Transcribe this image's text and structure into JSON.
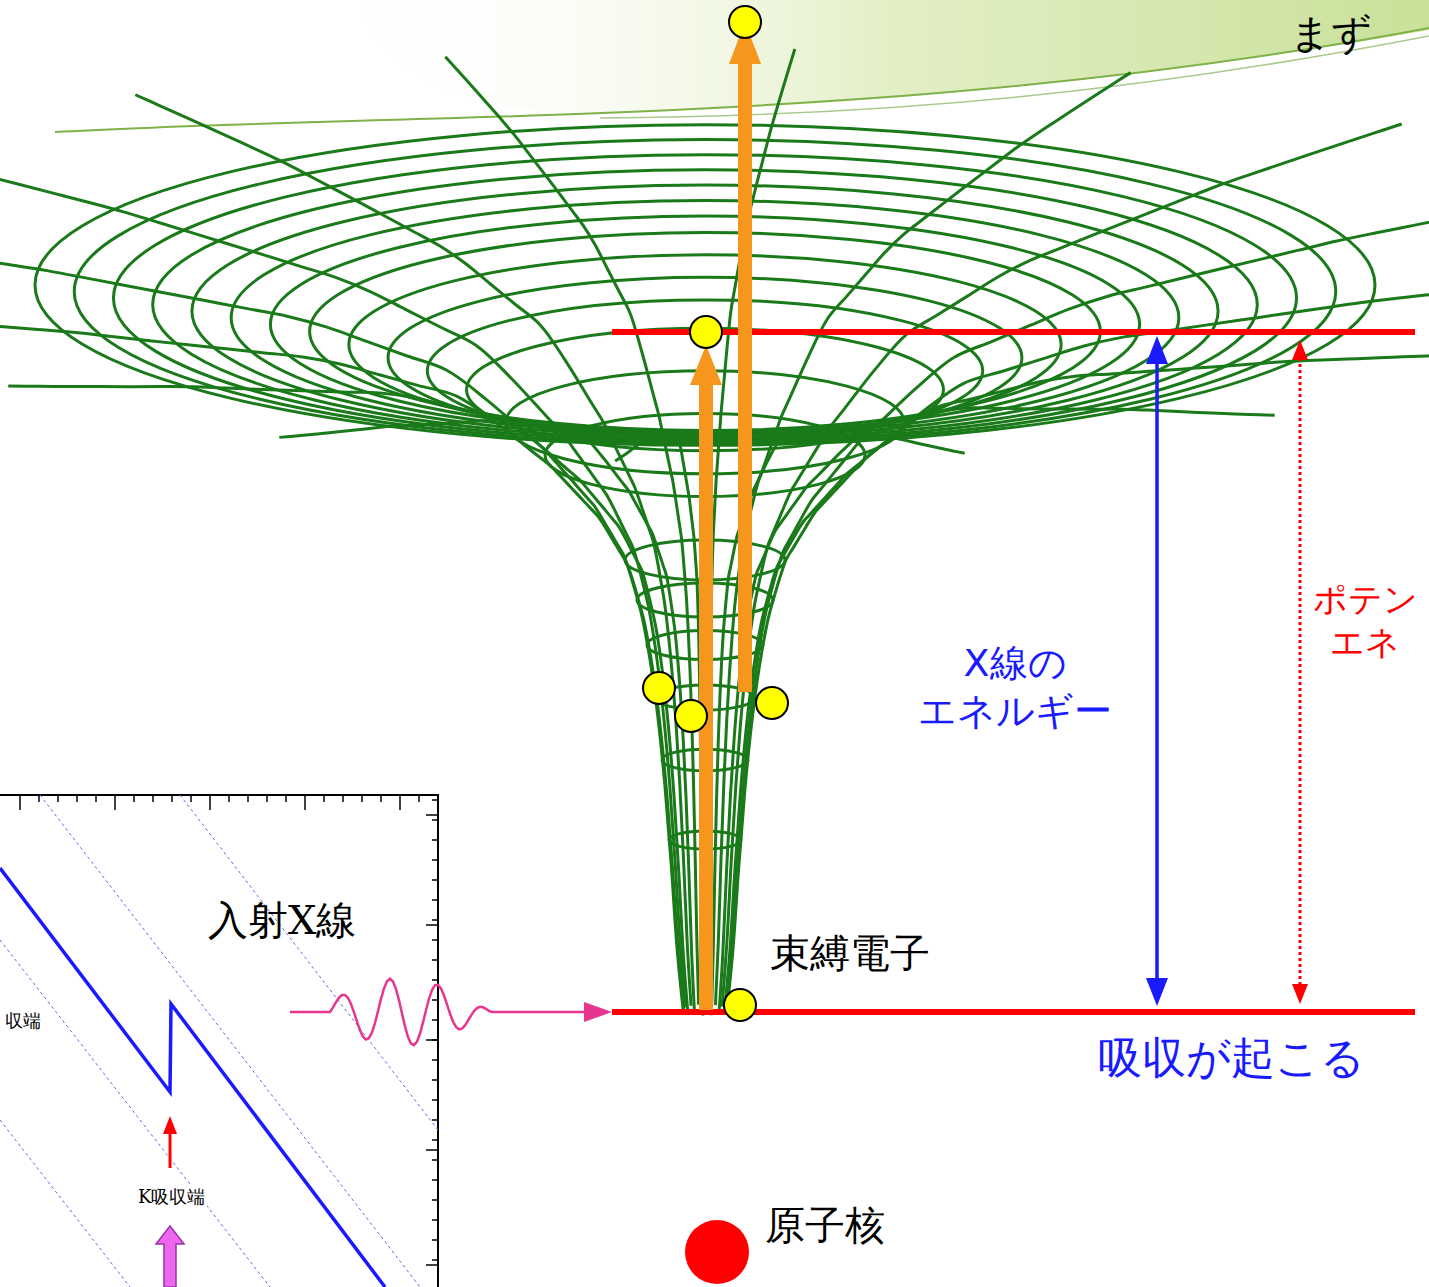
{
  "diagram": {
    "title": "まず",
    "labels": [
      "入射X線",
      "束縛電子",
      "原子核",
      "X線の エネルギー",
      "ポテン エネ",
      "吸収が起こる",
      "収端",
      "K吸収端"
    ]
  }
}
